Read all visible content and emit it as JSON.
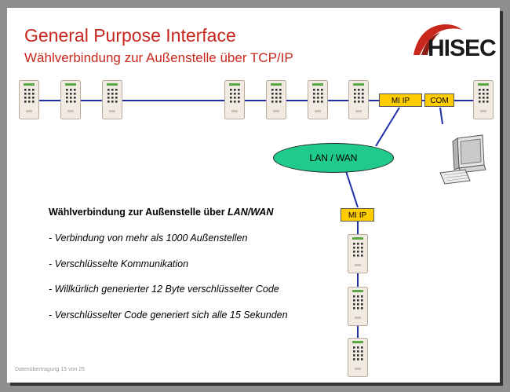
{
  "slide": {
    "title": "General Purpose Interface",
    "subtitle": "Wählverbindung zur Außenstelle über TCP/IP",
    "footer": "Datenübertragung 15 von 25"
  },
  "logo": {
    "text": "HISEC"
  },
  "diagram": {
    "box_mi_ip_top": "MI IP",
    "box_com": "COM",
    "box_mi_ip_bottom": "MI IP",
    "lan_label": "LAN / WAN"
  },
  "body": {
    "heading_text": "Wählverbindung zur Außenstelle über ",
    "heading_emphasis": "LAN/WAN",
    "bullets": [
      "- Verbindung von mehr als 1000 Außenstellen",
      "- Verschlüsselte Kommunikation",
      "- Willkürlich generierter 12 Byte verschlüsselter Code",
      "- Verschlüsselter Code generiert sich alle 15 Sekunden"
    ]
  },
  "colors": {
    "title_red": "#c8281c",
    "box_yellow": "#ffcc00",
    "lan_green": "#1fca8a",
    "line_blue": "#1c2fa8"
  }
}
